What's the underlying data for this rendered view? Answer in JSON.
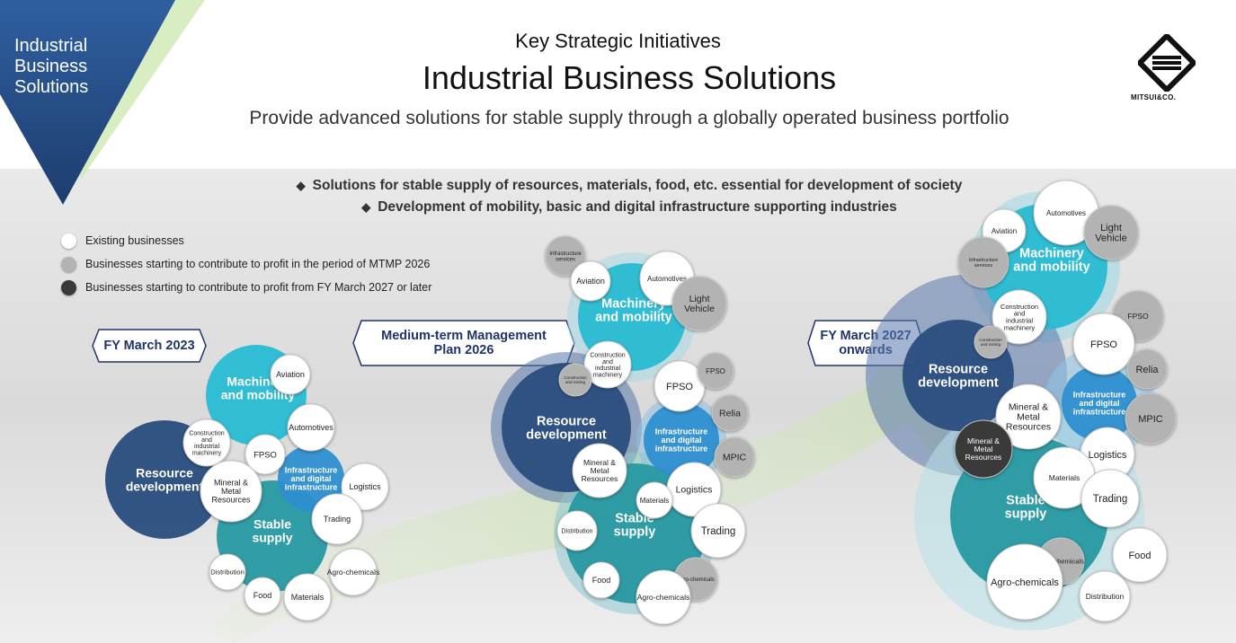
{
  "corner_label": "Industrial Business Solutions",
  "header": {
    "kicker": "Key Strategic Initiatives",
    "title": "Industrial Business Solutions",
    "tagline": "Provide advanced solutions for stable supply through a globally operated business portfolio",
    "logo_text": "MITSUI&CO."
  },
  "bullets": [
    "Solutions for stable supply of resources, materials, food, etc. essential for development of society",
    "Development of mobility, basic and digital infrastructure supporting industries"
  ],
  "legend": [
    {
      "label": "Existing businesses",
      "color": "#ffffff"
    },
    {
      "label": "Businesses starting to contribute to profit in the period of MTMP 2026",
      "color": "#b3b3b3"
    },
    {
      "label": "Businesses starting to contribute to profit from FY March 2027 or later",
      "color": "#3a3a3a"
    }
  ],
  "phases": [
    {
      "label": "FY March 2023"
    },
    {
      "label": "Medium-term Management Plan 2026"
    },
    {
      "label": "FY March 2027 onwards"
    }
  ],
  "colors": {
    "machinery": "#2bbcd3",
    "resource": "#2c4f80",
    "infrastructure": "#2d8fcf",
    "stable_supply": "#2a9aa3",
    "existing": "#ffffff",
    "mtmp": "#b3b3b3",
    "later": "#3a3a3a"
  },
  "clusters": [
    {
      "segments": [
        {
          "label": "Machinery and mobility",
          "color": "#2bbcd3"
        },
        {
          "label": "Resource development",
          "color": "#2c4f80"
        },
        {
          "label": "Stable supply",
          "color": "#2a9aa3"
        },
        {
          "label": "Infrastructure and digital infrastructure",
          "color": "#2d8fcf"
        }
      ],
      "businesses": [
        {
          "label": "Aviation",
          "status": "existing"
        },
        {
          "label": "Automotives",
          "status": "existing"
        },
        {
          "label": "Construction and industrial machinery",
          "status": "existing"
        },
        {
          "label": "FPSO",
          "status": "existing"
        },
        {
          "label": "Mineral & Metal Resources",
          "status": "existing"
        },
        {
          "label": "Logistics",
          "status": "existing"
        },
        {
          "label": "Trading",
          "status": "existing"
        },
        {
          "label": "Agro-chemicals",
          "status": "existing"
        },
        {
          "label": "Distribution",
          "status": "existing"
        },
        {
          "label": "Food",
          "status": "existing"
        },
        {
          "label": "Materials",
          "status": "existing"
        }
      ]
    },
    {
      "segments": [
        {
          "label": "Machinery and mobility",
          "color": "#2bbcd3"
        },
        {
          "label": "Resource development",
          "color": "#2c4f80"
        },
        {
          "label": "Stable supply",
          "color": "#2a9aa3"
        },
        {
          "label": "Infrastructure and digital infrastructure",
          "color": "#2d8fcf"
        }
      ],
      "businesses": [
        {
          "label": "Infrastructure services",
          "status": "mtmp"
        },
        {
          "label": "Aviation",
          "status": "existing"
        },
        {
          "label": "Automotives",
          "status": "existing"
        },
        {
          "label": "Light Vehicle",
          "status": "mtmp"
        },
        {
          "label": "Construction and industrial machinery",
          "status": "existing"
        },
        {
          "label": "Construction and mining",
          "status": "mtmp"
        },
        {
          "label": "FPSO",
          "status": "existing"
        },
        {
          "label": "FPSO",
          "status": "mtmp"
        },
        {
          "label": "Relia",
          "status": "mtmp"
        },
        {
          "label": "MPIC",
          "status": "mtmp"
        },
        {
          "label": "Mineral & Metal Resources",
          "status": "existing"
        },
        {
          "label": "Logistics",
          "status": "existing"
        },
        {
          "label": "Materials",
          "status": "existing"
        },
        {
          "label": "Distribution",
          "status": "existing"
        },
        {
          "label": "Trading",
          "status": "existing"
        },
        {
          "label": "Food",
          "status": "existing"
        },
        {
          "label": "Agro-chemicals",
          "status": "mtmp"
        },
        {
          "label": "Agro-chemicals",
          "status": "existing"
        }
      ]
    },
    {
      "segments": [
        {
          "label": "Machinery and mobility",
          "color": "#2bbcd3"
        },
        {
          "label": "Resource development",
          "color": "#2c4f80"
        },
        {
          "label": "Stable supply",
          "color": "#2a9aa3"
        },
        {
          "label": "Infrastructure and digital infrastructure",
          "color": "#2d8fcf"
        }
      ],
      "businesses": [
        {
          "label": "Aviation",
          "status": "existing"
        },
        {
          "label": "Automotives",
          "status": "existing"
        },
        {
          "label": "Light Vehicle",
          "status": "mtmp"
        },
        {
          "label": "Infrastructure services",
          "status": "mtmp"
        },
        {
          "label": "Construction and industrial machinery",
          "status": "existing"
        },
        {
          "label": "Construction and mining",
          "status": "mtmp"
        },
        {
          "label": "FPSO",
          "status": "mtmp"
        },
        {
          "label": "FPSO",
          "status": "existing"
        },
        {
          "label": "Relia",
          "status": "mtmp"
        },
        {
          "label": "MPIC",
          "status": "mtmp"
        },
        {
          "label": "Mineral & Metal Resources",
          "status": "existing"
        },
        {
          "label": "Mineral & Metal Resources",
          "status": "later"
        },
        {
          "label": "Logistics",
          "status": "existing"
        },
        {
          "label": "Materials",
          "status": "existing"
        },
        {
          "label": "Trading",
          "status": "existing"
        },
        {
          "label": "Agro-chemicals",
          "status": "mtmp"
        },
        {
          "label": "Food",
          "status": "existing"
        },
        {
          "label": "Agro-chemicals",
          "status": "existing"
        },
        {
          "label": "Distribution",
          "status": "existing"
        }
      ]
    }
  ]
}
